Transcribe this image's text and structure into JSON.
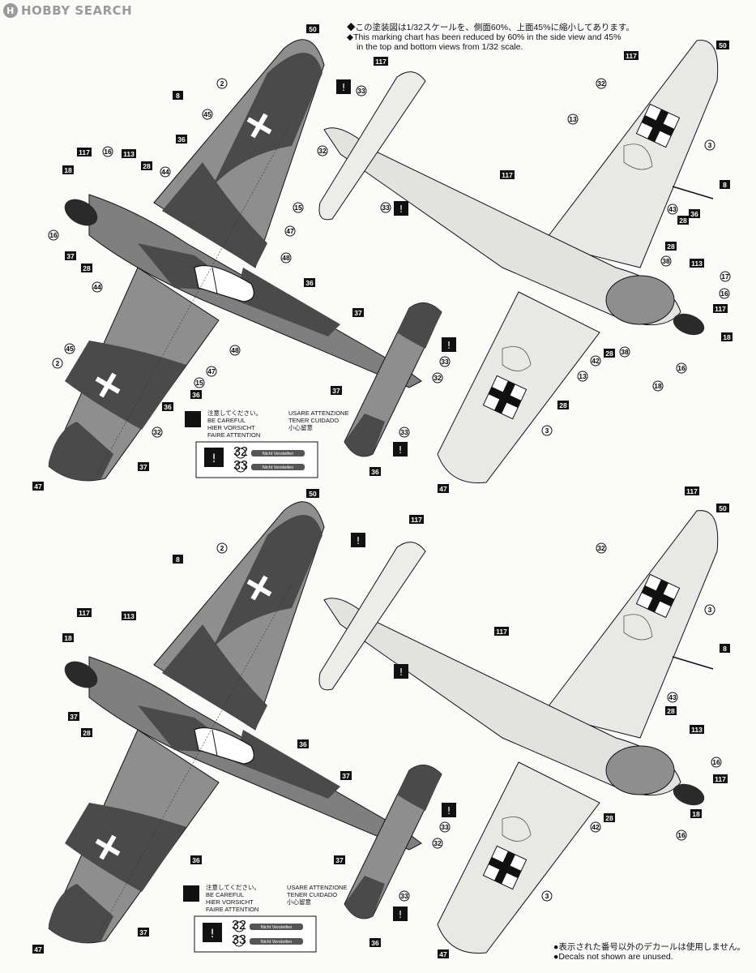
{
  "header": {
    "logo_text": "HOBBY SEARCH",
    "logo_mark": "H"
  },
  "notes": {
    "scale_jp": "◆この塗装図は1/32スケールを、側面60%、上面45%に縮小してあります。",
    "scale_en_1": "◆This marking chart has been reduced by 60% in the side view and   45%",
    "scale_en_2": "in the top and bottom views from 1/32 scale.",
    "unused_jp": "●表示された番号以外のデカールは使用しません。",
    "unused_en": "●Decals not shown are unused."
  },
  "caution": {
    "lines_left": [
      "注意してください。",
      "BE CAREFUL",
      "HIER VORSICHT",
      "FAIRE ATTENTION"
    ],
    "lines_right": [
      "USARE ATTENZIONE",
      "TENER CUIDADO",
      "小心留意",
      ""
    ],
    "decal_32": "32",
    "decal_33": "33",
    "decal_text": "Nicht Versteifen"
  },
  "callouts": {
    "c2": "2",
    "c3": "3",
    "c8": "8",
    "c13": "13",
    "c15": "15",
    "c16": "16",
    "c17": "17",
    "c18": "18",
    "c28": "28",
    "c32": "32",
    "c33": "33",
    "c36": "36",
    "c37": "37",
    "c38": "38",
    "c42": "42",
    "c43": "43",
    "c44": "44",
    "c45": "45",
    "c47": "47",
    "c48": "48",
    "c50": "50",
    "c113": "113",
    "c117": "117"
  },
  "colors": {
    "camo_dark": "#4a4a4a",
    "camo_mid": "#8e8e8e",
    "underside": "#e8e8e6",
    "ink": "#111111"
  }
}
